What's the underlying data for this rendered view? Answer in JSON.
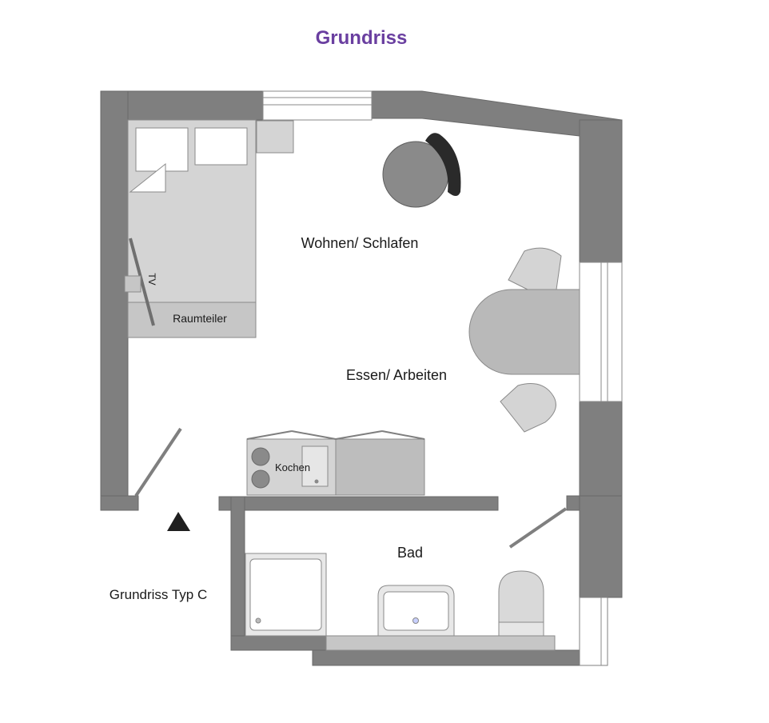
{
  "title": "Grundriss",
  "subtitle": "Grundriss Typ C",
  "rooms": {
    "living": "Wohnen/ Schlafen",
    "dining": "Essen/ Arbeiten",
    "bath": "Bad"
  },
  "furniture": {
    "room_divider": "Raumteiler",
    "tv": "TV",
    "kitchen": "Kochen"
  },
  "colors": {
    "title": "#6a3fa0",
    "wall": "#7f7f7f",
    "furniture": "#d4d4d4",
    "furniture_dark": "#a9a9a9"
  }
}
